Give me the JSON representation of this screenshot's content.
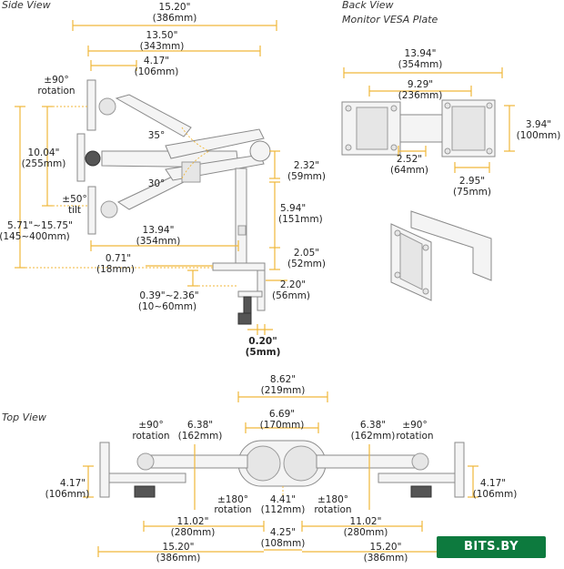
{
  "sections": {
    "side": "Side View",
    "back_line1": "Back View",
    "back_line2": "Monitor VESA Plate",
    "top": "Top View"
  },
  "side": {
    "overall_in": "15.20\"",
    "overall_mm": "(386mm)",
    "arm_in": "13.50\"",
    "arm_mm": "(343mm)",
    "head_in": "4.17\"",
    "head_mm": "(106mm)",
    "rot_val": "±90°",
    "rot_lbl": "rotation",
    "tilt_range_in": "10.04\"",
    "tilt_range_mm": "(255mm)",
    "tilt_val": "±50°",
    "tilt_lbl": "tilt",
    "height_in": "5.71\"~15.75\"",
    "height_mm": "(145~400mm)",
    "angle_up": "35°",
    "angle_down": "30°",
    "reach_in": "13.94\"",
    "reach_mm": "(354mm)",
    "offset_in": "2.32\"",
    "offset_mm": "(59mm)",
    "pole_in": "5.94\"",
    "pole_mm": "(151mm)",
    "base_in": "2.05\"",
    "base_mm": "(52mm)",
    "clampgap_in": "0.71\"",
    "clampgap_mm": "(18mm)",
    "desk_in": "0.39\"~2.36\"",
    "desk_mm": "(10~60mm)",
    "clampdepth_in": "2.20\"",
    "clampdepth_mm": "(56mm)",
    "lip_in": "0.20\"",
    "lip_mm": "(5mm)"
  },
  "back": {
    "plate_w_in": "13.94\"",
    "plate_w_mm": "(354mm)",
    "inner_in": "9.29\"",
    "inner_mm": "(236mm)",
    "vesa_h_in": "3.94\"",
    "vesa_h_mm": "(100mm)",
    "small_in": "2.52\"",
    "small_mm": "(64mm)",
    "vesa_w_in": "2.95\"",
    "vesa_w_mm": "(75mm)"
  },
  "top": {
    "center_in": "8.62\"",
    "center_mm": "(219mm)",
    "center_inner_in": "6.69\"",
    "center_inner_mm": "(170mm)",
    "arm_left_in": "6.38\"",
    "arm_left_mm": "(162mm)",
    "arm_right_in": "6.38\"",
    "arm_right_mm": "(162mm)",
    "rot_val": "±90°",
    "rot_lbl": "rotation",
    "swivel_val": "±180°",
    "swivel_lbl": "rotation",
    "depth_left_in": "4.17\"",
    "depth_left_mm": "(106mm)",
    "depth_right_in": "4.17\"",
    "depth_right_mm": "(106mm)",
    "hub_in": "4.41\"",
    "hub_mm": "(112mm)",
    "span_left_in": "11.02\"",
    "span_left_mm": "(280mm)",
    "span_right_in": "11.02\"",
    "span_right_mm": "(280mm)",
    "core_in": "4.25\"",
    "core_mm": "(108mm)",
    "total_left_in": "15.20\"",
    "total_left_mm": "(386mm)",
    "total_right_in": "15.20\"",
    "total_right_mm": "(386mm)"
  },
  "badge": "BITS.BY",
  "colors": {
    "dimension": "#f0b73a",
    "badge": "#0d7a3e",
    "part": "#8a8a8a"
  }
}
